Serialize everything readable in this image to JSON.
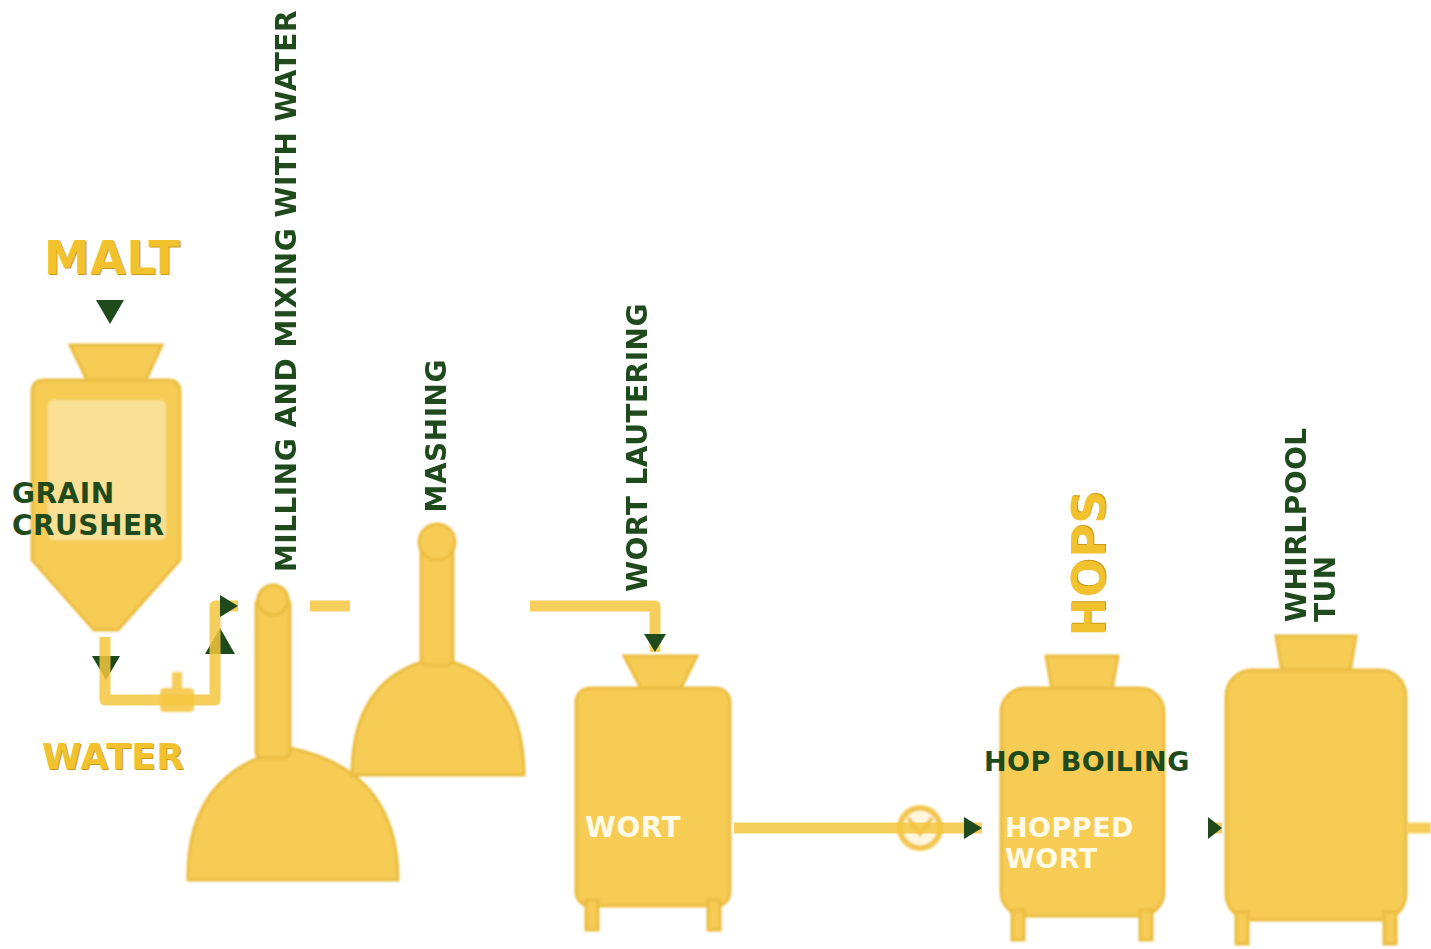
{
  "diagram": {
    "nodes": [
      {
        "text": [
          "GRAIN CRUSHER"
        ]
      },
      {
        "text": [
          "MILLING AND MIXING WITH WATER"
        ]
      },
      {
        "text": [
          "MASHING"
        ]
      },
      {
        "text": [
          "WORT LAUTERING",
          "WORT"
        ]
      },
      {
        "text": [
          "HOP BOILING",
          "HOPPED WORT"
        ]
      },
      {
        "text": [
          "WHIRLPOOL TUN"
        ]
      }
    ],
    "edges": [
      {
        "from": 0,
        "to": 1,
        "arrow": "to"
      },
      {
        "from": 1,
        "to": 2,
        "arrow": "none"
      },
      {
        "from": 2,
        "to": 3,
        "arrow": "to"
      },
      {
        "from": 3,
        "to": 4,
        "arrow": "to"
      },
      {
        "from": 4,
        "to": 5,
        "arrow": "to"
      }
    ],
    "labels": [
      "MALT",
      "WATER",
      "HOPS"
    ]
  }
}
